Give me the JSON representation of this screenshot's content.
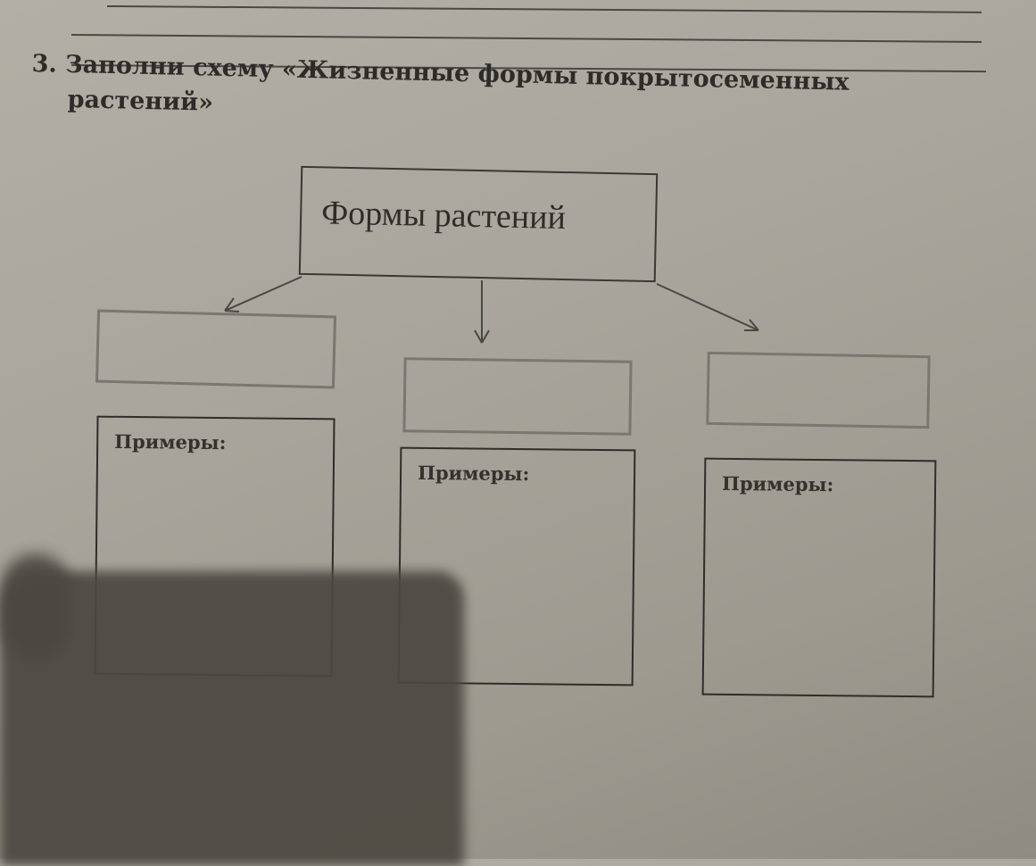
{
  "task": {
    "number": "3.",
    "title_line1": "Заполни схему «Жизненные формы покрытосеменных",
    "title_line2": "растений»"
  },
  "diagram": {
    "root_label": "Формы растений",
    "branches": [
      {
        "category": "",
        "examples_label": "Примеры:"
      },
      {
        "category": "",
        "examples_label": "Примеры:"
      },
      {
        "category": "",
        "examples_label": "Примеры:"
      }
    ]
  }
}
